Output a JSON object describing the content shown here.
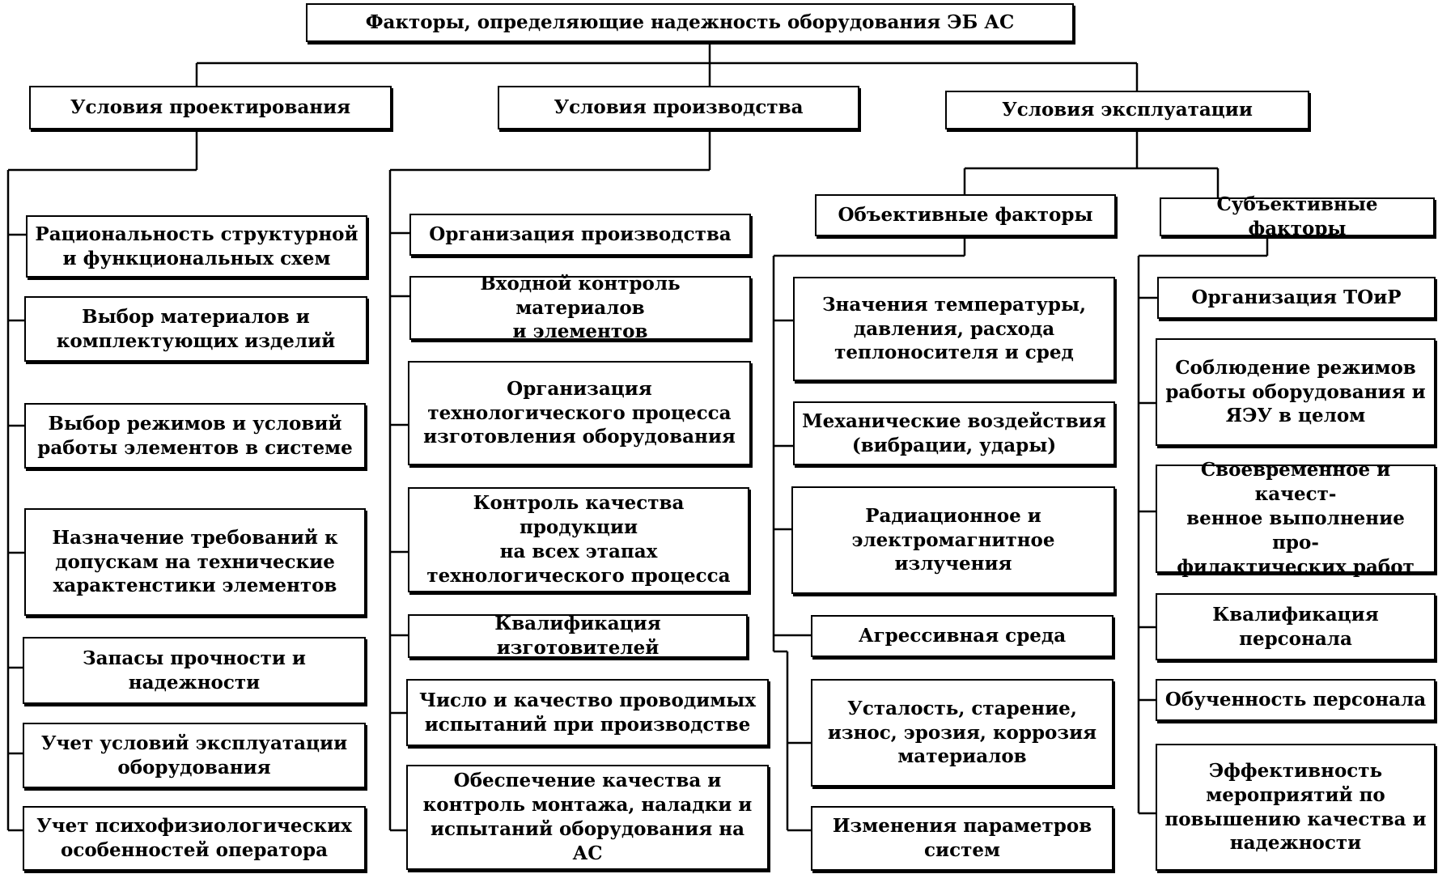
{
  "root": {
    "label": "Факторы, определяющие надежность оборудования ЭБ АС"
  },
  "design": {
    "label": "Условия проектирования",
    "items": [
      "Рациональность структурной\nи функциональных схем",
      "Выбор материалов и\nкомплектующих изделий",
      "Выбор режимов и условий\nработы элементов в системе",
      "Назначение требований к\nдопускам на технические\nхарактенстики элементов",
      "Запасы прочности и\nнадежности",
      "Учет условий эксплуатации\nоборудования",
      "Учет психофизиологических\nособенностей оператора"
    ]
  },
  "production": {
    "label": "Условия производства",
    "items": [
      "Организация производства",
      "Входной контроль материалов\nи элементов",
      "Организация\nтехнологического процесса\nизготовления оборудования",
      "Контроль качества продукции\nна всех этапах\nтехнологического процесса",
      "Квалификация изготовителей",
      "Число и качество проводимых\nиспытаний при производстве",
      "Обеспечение качества и\nконтроль монтажа, наладки и\nиспытаний оборудования на АС"
    ]
  },
  "operation": {
    "label": "Условия эксплуатации",
    "objective": {
      "label": "Объективные факторы",
      "items": [
        "Значения температуры,\nдавления, расхода\nтеплоносителя и сред",
        "Механические воздействия\n(вибрации, удары)",
        "Радиационное и\nэлектромагнитное\nизлучения",
        "Агрессивная среда",
        "Усталость, старение,\nизнос, эрозия, коррозия\nматериалов",
        "Изменения параметров\nсистем"
      ]
    },
    "subjective": {
      "label": "Субъективные факторы",
      "items": [
        "Организация ТОиР",
        "Соблюдение режимов\nработы оборудования и\nЯЭУ в целом",
        "Своевременное и качест-\nвенное выполнение про-\nфилактических работ",
        "Квалификация\nперсонала",
        "Обученность персонала",
        "Эффективность\nмероприятий по\nповышению качества и\nнадежности"
      ]
    }
  }
}
